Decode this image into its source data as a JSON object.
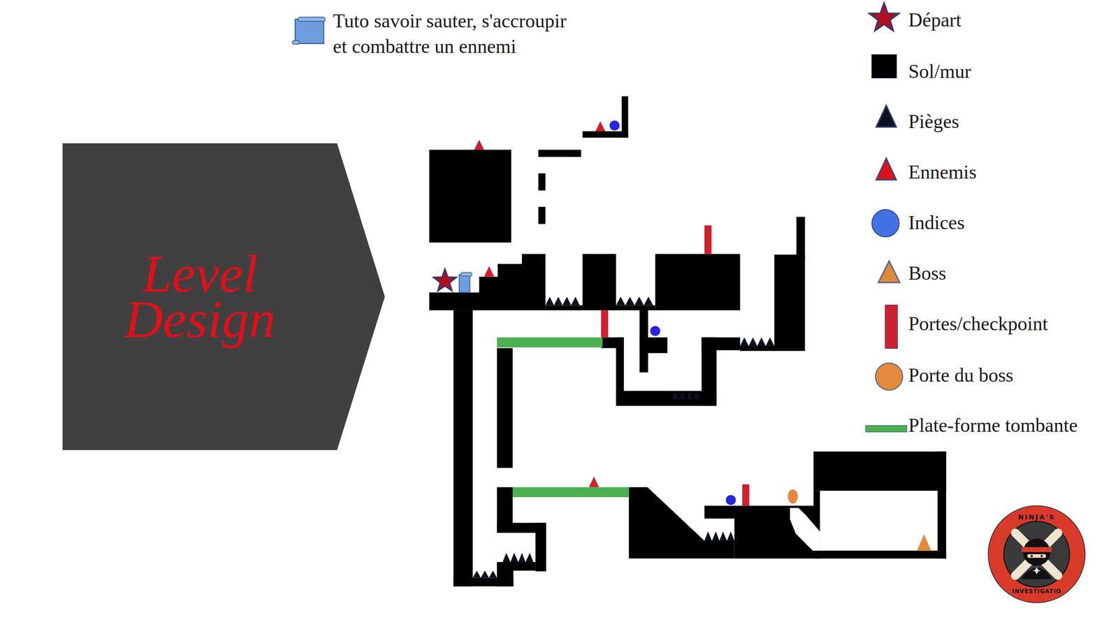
{
  "diagram": {
    "nodes": [
      {
        "text": [
          "Level Design"
        ]
      }
    ],
    "labels": [
      "Tuto savoir sauter, s'accroupir et combattre un ennemi",
      "NINJA'S",
      "INVESTIGATIO"
    ],
    "legend": [
      {
        "text": "Départ"
      },
      {
        "text": "Sol/mur",
        "color": "#000000"
      },
      {
        "text": "Pièges"
      },
      {
        "text": "Ennemis"
      },
      {
        "text": "Indices"
      },
      {
        "text": "Boss"
      },
      {
        "text": "Portes/checkpoint",
        "color": "#d0202e"
      },
      {
        "text": "Porte du boss"
      },
      {
        "text": "Plate-forme tombante",
        "color": "#4caf50"
      }
    ]
  }
}
